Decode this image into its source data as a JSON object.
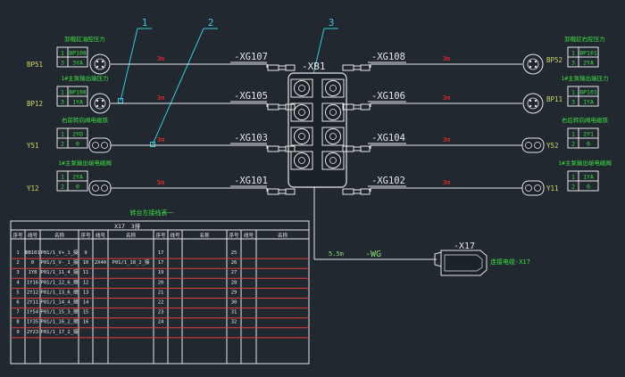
{
  "colors": {
    "background": "#212830",
    "wire": "#e8e8e8",
    "device_text": "#d0d86a",
    "label_green": "#3fe043",
    "length_red": "#ff3030",
    "balloon": "#39c8d8",
    "table_line": "#e8e8e8",
    "table_red": "#e04040",
    "cable_text": "#8cd878"
  },
  "balloons": [
    "1",
    "2",
    "3"
  ],
  "hub": {
    "name": "-XB1",
    "left_ports": [
      "-XG107",
      "-XG105",
      "-XG103",
      "-XG101"
    ],
    "right_ports": [
      "-XG108",
      "-XG106",
      "-XG104",
      "-XG102"
    ]
  },
  "left_devices": [
    {
      "tag": "BP51",
      "title": "卸载缸油腔压力",
      "codes": [
        [
          "1",
          "BP108"
        ],
        [
          "3",
          "3YA"
        ]
      ],
      "length": "3m"
    },
    {
      "tag": "BP12",
      "title": "1#主泵输出端压力",
      "codes": [
        [
          "1",
          "BP108"
        ],
        [
          "3",
          "1YA"
        ]
      ],
      "length": "3m"
    },
    {
      "tag": "Y51",
      "title": "右前转向阀电磁铁",
      "codes": [
        [
          "1",
          "2YO"
        ],
        [
          "2",
          "0"
        ]
      ],
      "length": "3m"
    },
    {
      "tag": "Y12",
      "title": "1#主泵输出端电磁阀",
      "codes": [
        [
          "1",
          "2YA"
        ],
        [
          "2",
          "0"
        ]
      ],
      "length": "5m"
    }
  ],
  "right_devices": [
    {
      "tag": "BP52",
      "title": "卸载缸右腔压力",
      "codes": [
        [
          "1",
          "BP101"
        ],
        [
          "3",
          "2YA"
        ]
      ],
      "length": "3m"
    },
    {
      "tag": "BP11",
      "title": "1#主泵输出端压力",
      "codes": [
        [
          "1",
          "BP101"
        ],
        [
          "3",
          "1YA"
        ]
      ],
      "length": "3m"
    },
    {
      "tag": "Y52",
      "title": "右后转向阀电磁铁",
      "codes": [
        [
          "1",
          "2Y1"
        ],
        [
          "2",
          "0"
        ]
      ],
      "length": "3m"
    },
    {
      "tag": "Y11",
      "title": "1#主泵输出端电磁阀",
      "codes": [
        [
          "1",
          "1YA"
        ],
        [
          "2",
          "0"
        ]
      ],
      "length": "3m"
    }
  ],
  "main_cable": {
    "length": "5.5m",
    "name": "-WG",
    "end_tag": "-X17",
    "end_label": "连接电缆-X17"
  },
  "table": {
    "title": "转台左接线表一",
    "subheader_left": "X17",
    "subheader_right": "3排",
    "headers": [
      "序号",
      "线号",
      "名称",
      "序号",
      "线号",
      "名称",
      "序号",
      "线号",
      "名称",
      "序号",
      "线号",
      "名称"
    ],
    "rows": [
      [
        "1",
        "BB101",
        "P01/1_V+_1_接",
        "9",
        "",
        "",
        "17",
        "",
        "",
        "25",
        "",
        ""
      ],
      [
        "2",
        "0",
        "P01/1_V-_1_接",
        "10",
        "2X40",
        "P01/1_18_2_接",
        "17",
        "",
        "",
        "26",
        "",
        ""
      ],
      [
        "3",
        "1Y8",
        "P01/1_11_4_接",
        "11",
        "",
        "",
        "19",
        "",
        "",
        "27",
        "",
        ""
      ],
      [
        "4",
        "1Y16",
        "P01/1_12_6_接",
        "12",
        "",
        "",
        "20",
        "",
        "",
        "28",
        "",
        ""
      ],
      [
        "5",
        "2Y12",
        "P01/1_13_6_接",
        "13",
        "",
        "",
        "21",
        "",
        "",
        "29",
        "",
        ""
      ],
      [
        "6",
        "2Y11",
        "P01/1_14_4_接",
        "14",
        "",
        "",
        "22",
        "",
        "",
        "30",
        "",
        ""
      ],
      [
        "7",
        "1Y54",
        "P01/1_15_3_接",
        "15",
        "",
        "",
        "23",
        "",
        "",
        "31",
        "",
        ""
      ],
      [
        "8",
        "1Y35",
        "P01/1_16_2_接",
        "16",
        "",
        "",
        "24",
        "",
        "",
        "32",
        "",
        ""
      ],
      [
        "9",
        "2Y23",
        "P01/1_17_2_接",
        "",
        "",
        "",
        "",
        "",
        "",
        "",
        "",
        ""
      ]
    ]
  }
}
